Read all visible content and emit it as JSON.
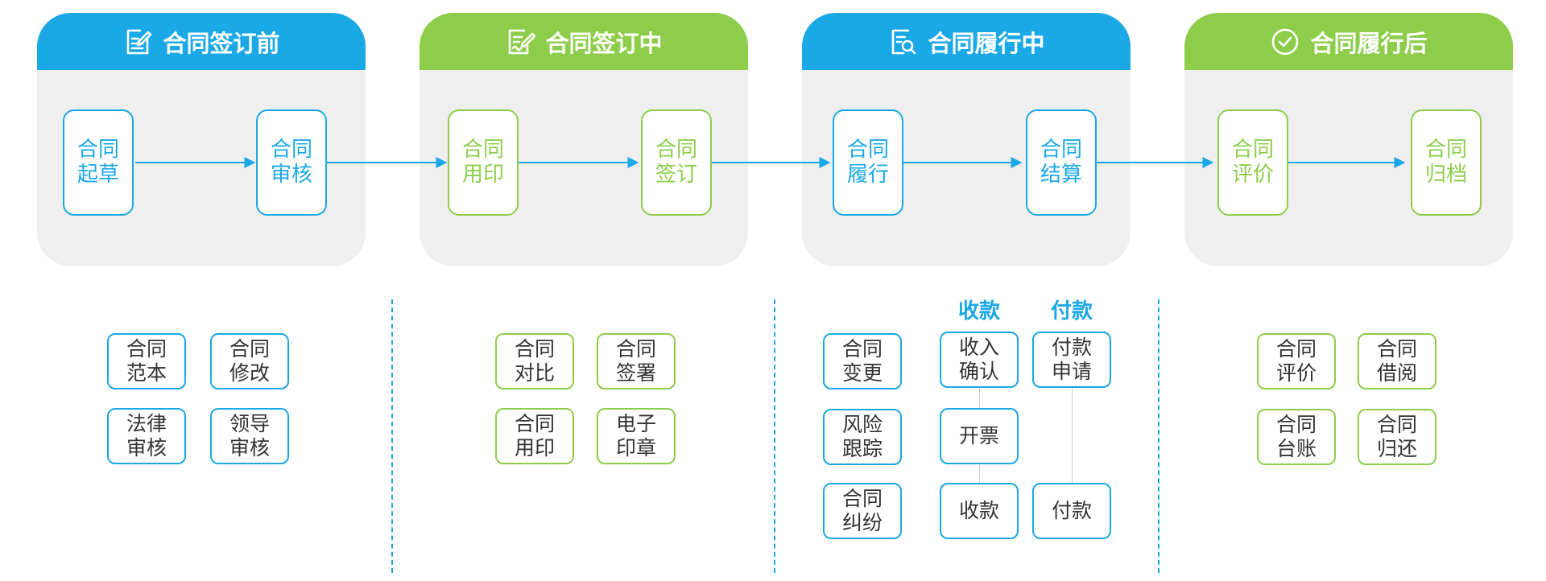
{
  "colors": {
    "blue": "#1ba8e6",
    "green": "#8dcd4a"
  },
  "phases": [
    {
      "title": "合同签订前",
      "icon": "edit-document-icon",
      "stages": [
        "合同起草",
        "合同审核"
      ]
    },
    {
      "title": "合同签订中",
      "icon": "sign-document-icon",
      "stages": [
        "合同用印",
        "合同签订"
      ]
    },
    {
      "title": "合同履行中",
      "icon": "search-document-icon",
      "stages": [
        "合同履行",
        "合同结算"
      ]
    },
    {
      "title": "合同履行后",
      "icon": "check-circle-icon",
      "stages": [
        "合同评价",
        "合同归档"
      ]
    }
  ],
  "before": {
    "cards": [
      "合同范本",
      "合同修改",
      "法律审核",
      "领导审核"
    ]
  },
  "during": {
    "cards": [
      "合同对比",
      "合同签署",
      "合同用印",
      "电子印章"
    ]
  },
  "execution": {
    "left_cards": [
      "合同变更",
      "风险跟踪",
      "合同纠纷"
    ],
    "receipt": {
      "title": "收款",
      "cards": [
        "收入确认",
        "开票",
        "收款"
      ]
    },
    "payment": {
      "title": "付款",
      "cards": [
        "付款申请",
        "付款"
      ]
    }
  },
  "after": {
    "cards": [
      "合同评价",
      "合同借阅",
      "合同台账",
      "合同归还"
    ]
  }
}
